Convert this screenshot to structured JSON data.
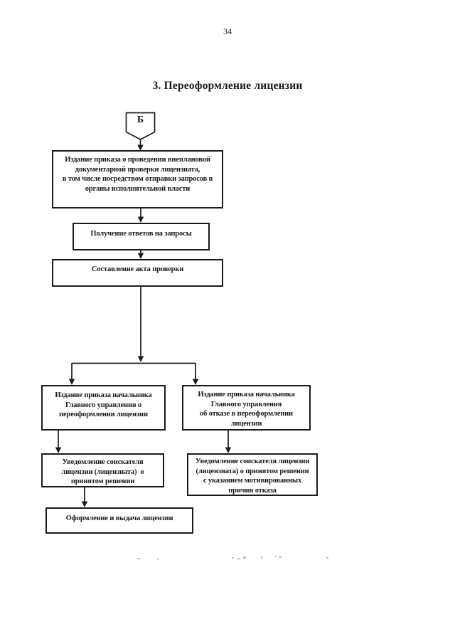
{
  "page": {
    "number": "34",
    "title": "3. Переоформление лицензии"
  },
  "flowchart": {
    "connector_label": "Б",
    "nodes": {
      "issue_order": {
        "text": "Издание приказа о проведении внеплановой\nдокументарной проверки лицензиата,\nв том числе посредством отправки запросов в\nорганы исполнительной власти"
      },
      "receive_answers": {
        "text": "Получение ответов на запросы"
      },
      "draft_act": {
        "text": "Составление акта проверки"
      },
      "order_reissue": {
        "text": "Издание приказа начальника\nГлавного управления о\nпереоформлении лицензии"
      },
      "order_refuse": {
        "text": "Издание приказа начальника\nГлавного управления\nоб отказе в переоформлении\nлицензии"
      },
      "notify_decision": {
        "text": "Уведомление соискателя\nлицензии (лицензиата)  о\nпринятом решении"
      },
      "notify_refusal": {
        "text": "Уведомление соискателя лицензии\n(лицензиата) о принятом решении\nс указанием мотивированных\nпричин отказа"
      },
      "issue_license": {
        "text": "Оформление и выдача лицензии"
      }
    },
    "colors": {
      "ink": "#1b1b1b",
      "paper": "#ffffff"
    }
  }
}
